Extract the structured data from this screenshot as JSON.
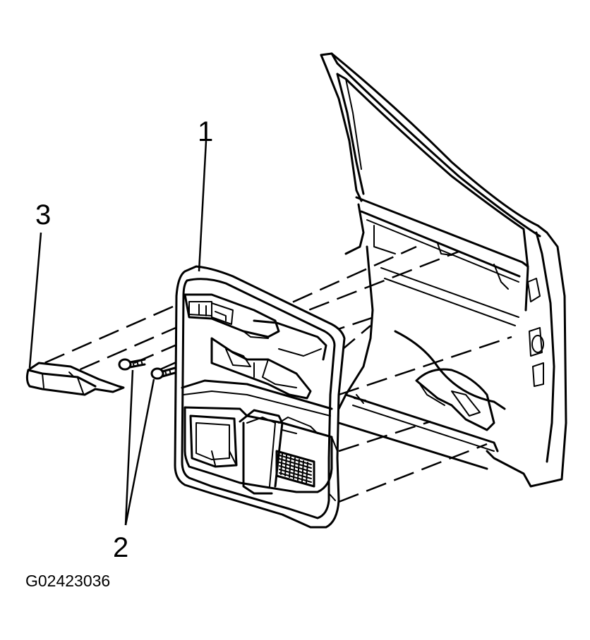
{
  "callouts": {
    "item_1": "1",
    "item_2": "2",
    "item_3": "3"
  },
  "figure_id": "G02423036",
  "colors": {
    "line": "#000000",
    "background": "#ffffff"
  }
}
